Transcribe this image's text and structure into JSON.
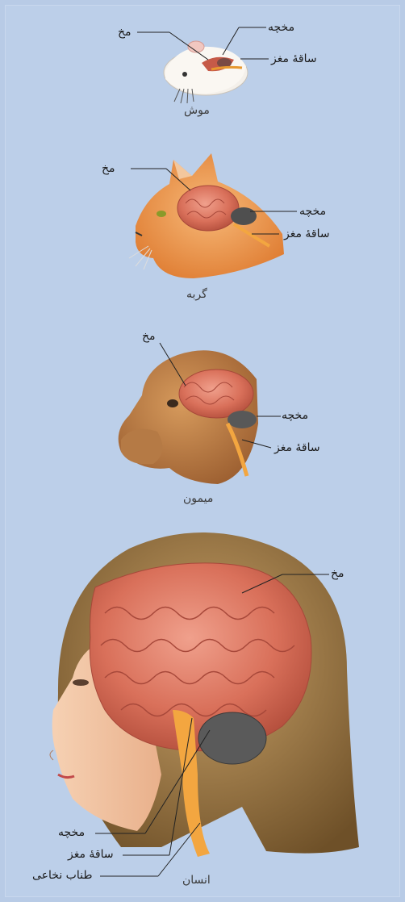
{
  "mouse": {
    "cerebrum": "مخ",
    "cerebellum": "مخچه",
    "brainstem": "ساقهٔ مغز",
    "caption": "موش"
  },
  "cat": {
    "cerebrum": "مخ",
    "cerebellum": "مخچه",
    "brainstem": "ساقهٔ مغز",
    "caption": "گربه"
  },
  "monkey": {
    "cerebrum": "مخ",
    "cerebellum": "مخچه",
    "brainstem": "ساقهٔ مغز",
    "caption": "میمون"
  },
  "human": {
    "cerebrum": "مخ",
    "cerebellum": "مخچه",
    "brainstem": "ساقهٔ مغز",
    "spinal_cord": "طناب نخاعی",
    "caption": "انسان"
  },
  "colors": {
    "background": "#bccfe9",
    "brain": "#d9705a",
    "cerebellum": "#5a5a5a",
    "brainstem": "#f3a640",
    "hair": "#8a6a3c",
    "skin": "#f3c8a6"
  }
}
